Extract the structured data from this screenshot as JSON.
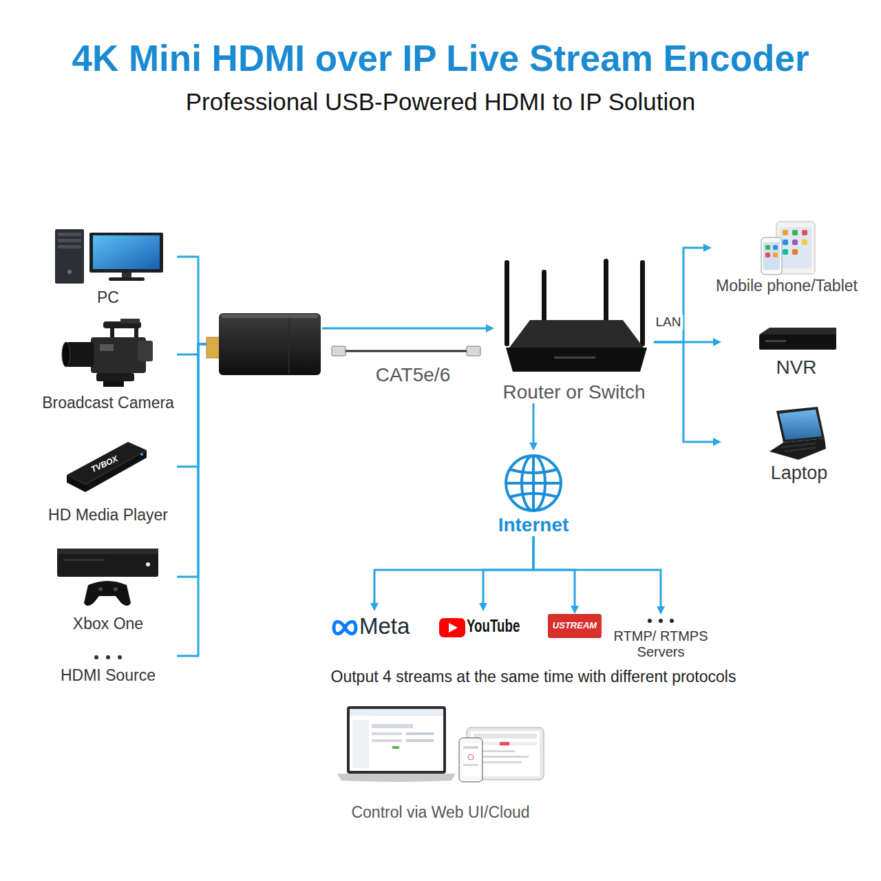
{
  "diagram": {
    "title": "4K Mini HDMI over IP Live Stream Encoder",
    "nodes": [
      {
        "text": [
          "PC"
        ]
      },
      {
        "text": [
          "Broadcast Camera"
        ]
      },
      {
        "text": [
          "HD Media Player"
        ]
      },
      {
        "text": [
          "Xbox One"
        ]
      },
      {
        "text": [
          "HDMI Source"
        ]
      },
      {
        "text": []
      },
      {
        "text": [
          "Router or Switch"
        ]
      },
      {
        "text": [
          "Internet"
        ]
      },
      {
        "text": [
          "Mobile phone/Tablet"
        ]
      },
      {
        "text": [
          "NVR"
        ]
      },
      {
        "text": [
          "Laptop"
        ]
      },
      {
        "text": [
          "Meta"
        ]
      },
      {
        "text": [
          "YouTube"
        ]
      },
      {
        "text": [
          "USTREAM"
        ]
      },
      {
        "text": [
          "RTMP/ RTMPS Servers"
        ]
      }
    ],
    "edges": [
      {
        "from": 0,
        "to": 5,
        "arrow": "none"
      },
      {
        "from": 1,
        "to": 5,
        "arrow": "none"
      },
      {
        "from": 2,
        "to": 5,
        "arrow": "none"
      },
      {
        "from": 3,
        "to": 5,
        "arrow": "none"
      },
      {
        "from": 4,
        "to": 5,
        "arrow": "none"
      },
      {
        "from": 5,
        "to": 6,
        "label": "CAT5e/6",
        "arrow": "to"
      },
      {
        "from": 6,
        "to": 7,
        "arrow": "to"
      },
      {
        "from": 6,
        "to": 8,
        "arrow": "to"
      },
      {
        "from": 6,
        "to": 9,
        "label": "LAN",
        "arrow": "to"
      },
      {
        "from": 6,
        "to": 10,
        "arrow": "to"
      },
      {
        "from": 7,
        "to": 11,
        "arrow": "to"
      },
      {
        "from": 7,
        "to": 12,
        "arrow": "to"
      },
      {
        "from": 7,
        "to": 13,
        "arrow": "to"
      },
      {
        "from": 7,
        "to": 14,
        "arrow": "to"
      }
    ],
    "labels": [
      "Professional USB-Powered HDMI to IP Solution",
      "TVBOX",
      "Output 4 streams at the same time with different protocols",
      "Control via Web UI/Cloud"
    ]
  }
}
